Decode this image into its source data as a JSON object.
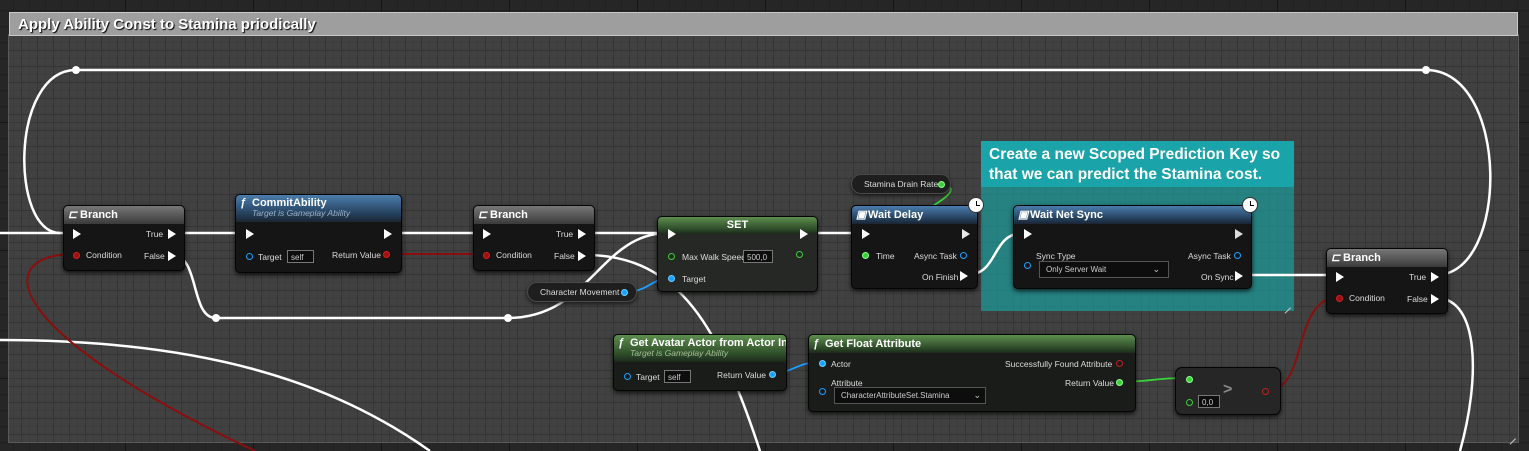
{
  "comment": {
    "title": "Apply Ability Const to Stamina priodically"
  },
  "sub_comment": {
    "line1": "Create a new Scoped Prediction Key so",
    "line2": "that we can predict the Stamina cost."
  },
  "branch1": {
    "title": "Branch",
    "true": "True",
    "false": "False",
    "condition": "Condition"
  },
  "commit": {
    "title": "CommitAbility",
    "subtitle": "Target is Gameplay Ability",
    "target": "Target",
    "target_value": "self",
    "return": "Return Value"
  },
  "branch2": {
    "title": "Branch",
    "true": "True",
    "false": "False",
    "condition": "Condition"
  },
  "set_node": {
    "title": "SET",
    "max_walk_speed": "Max Walk Speed",
    "max_walk_speed_value": "500,0",
    "target": "Target"
  },
  "character_movement": {
    "label": "Character Movement"
  },
  "stamina_drain_rate": {
    "label": "Stamina Drain Rate"
  },
  "wait_delay": {
    "title": "Wait Delay",
    "time": "Time",
    "async_task": "Async Task",
    "on_finish": "On Finish"
  },
  "wait_net_sync": {
    "title": "Wait Net Sync",
    "sync_type": "Sync Type",
    "sync_value": "Only Server Wait",
    "async_task": "Async Task",
    "on_sync": "On Sync"
  },
  "branch3": {
    "title": "Branch",
    "true": "True",
    "false": "False",
    "condition": "Condition"
  },
  "get_avatar": {
    "title": "Get Avatar Actor from Actor Info",
    "subtitle": "Target is Gameplay Ability",
    "target": "Target",
    "target_value": "self",
    "return": "Return Value"
  },
  "get_float": {
    "title": "Get Float Attribute",
    "actor": "Actor",
    "found": "Successfully Found Attribute",
    "attribute": "Attribute",
    "attribute_value": "CharacterAttributeSet.Stamina",
    "return": "Return Value"
  },
  "compare": {
    "op": ">",
    "b_value": "0,0"
  },
  "colors": {
    "exec": "#ffffff",
    "bool": "#a01010",
    "object": "#1aa0ff",
    "float": "#3ad23a",
    "comment_header": "#9e9e9e",
    "sub_comment": "#1aa3a8"
  }
}
